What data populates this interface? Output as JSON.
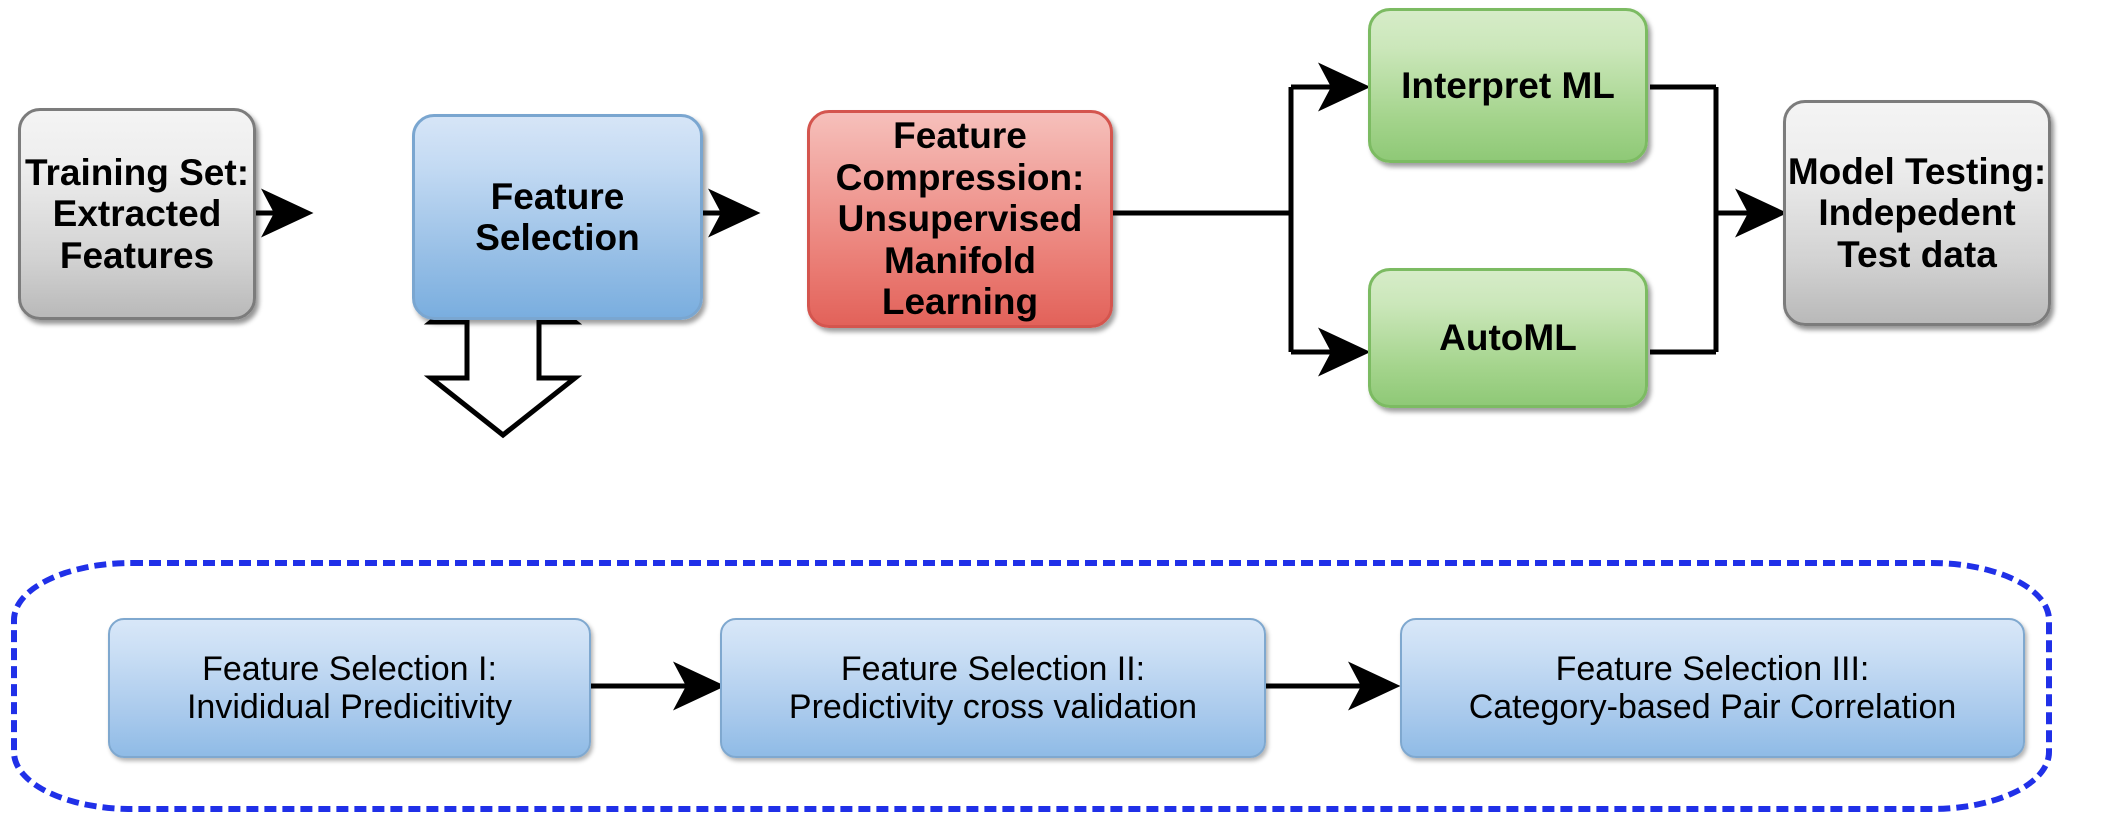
{
  "diagram": {
    "title": "Machine learning feature selection and modelling pipeline",
    "colors": {
      "grey_fill": "#d2d2d2",
      "blue_fill": "#94bde5",
      "red_fill": "#ea7c74",
      "green_fill": "#a4d48c",
      "sub_blue_fill": "#a8c9ec",
      "dashed_border": "#2030e8",
      "connector": "#000000"
    },
    "main_flow": {
      "training_set": {
        "label": "Training Set:\nExtracted\nFeatures",
        "color": "grey"
      },
      "feature_selection": {
        "label": "Feature\nSelection",
        "color": "blue"
      },
      "feature_compression": {
        "label": "Feature\nCompression:\nUnsupervised\nManifold Learning",
        "color": "red"
      },
      "interpret_ml": {
        "label": "Interpret ML",
        "color": "green"
      },
      "automl": {
        "label": "AutoML",
        "color": "green"
      },
      "model_testing": {
        "label": "Model Testing:\nIndepedent\nTest data",
        "color": "grey"
      }
    },
    "sub_flow": {
      "step_1": {
        "label": "Feature Selection I:\nInvididual Predicitivity"
      },
      "step_2": {
        "label": "Feature Selection II:\nPredictivity cross validation"
      },
      "step_3": {
        "label": "Feature Selection III:\nCategory-based Pair Correlation"
      }
    }
  }
}
